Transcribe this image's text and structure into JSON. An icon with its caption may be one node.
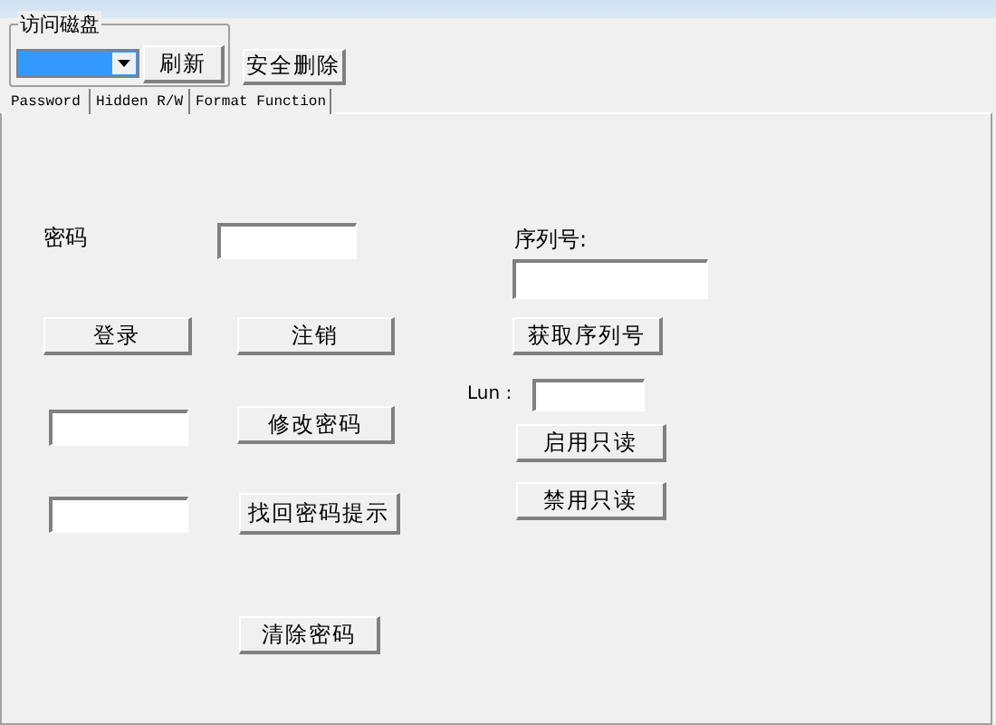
{
  "diagram": {
    "nodes": [
      {
        "text": [
          "访问磁盘"
        ]
      },
      {
        "text": [],
        "shape": "box",
        "in": 0
      },
      {
        "text": [
          "刷新"
        ],
        "in": 0
      },
      {
        "text": [
          "安全删除"
        ]
      },
      {
        "text": [
          "Password"
        ]
      },
      {
        "text": [
          "Hidden R/W"
        ]
      },
      {
        "text": [
          "Format Function"
        ]
      },
      {
        "text": [],
        "shape": "box"
      },
      {
        "text": [],
        "shape": "box",
        "beside": [
          "序列号:"
        ]
      },
      {
        "text": [
          "登录"
        ]
      },
      {
        "text": [
          "注销"
        ]
      },
      {
        "text": [
          "获取序列号"
        ]
      },
      {
        "text": [],
        "shape": "box",
        "beside": [
          "Lun :"
        ]
      },
      {
        "text": [],
        "shape": "box"
      },
      {
        "text": [
          "修改密码"
        ]
      },
      {
        "text": [
          "启用只读"
        ]
      },
      {
        "text": [
          "禁用只读"
        ]
      },
      {
        "text": [],
        "shape": "box"
      },
      {
        "text": [
          "找回密码提示"
        ]
      },
      {
        "text": [
          "清除密码"
        ]
      }
    ],
    "edges": [],
    "labels": [
      "密码"
    ]
  }
}
